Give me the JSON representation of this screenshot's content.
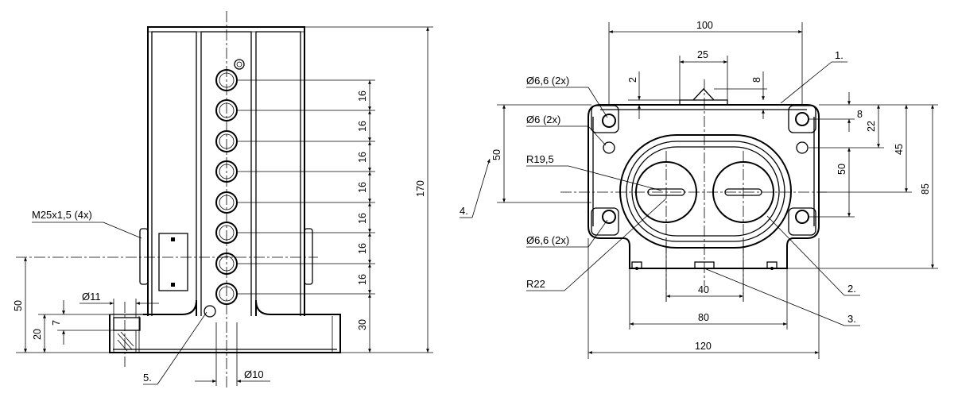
{
  "left_view": {
    "dims_16": [
      "16",
      "16",
      "16",
      "16",
      "16",
      "16",
      "16"
    ],
    "dim_30": "30",
    "dim_170": "170",
    "dim_50": "50",
    "dim_20": "20",
    "dim_7": "7",
    "dia_11": "Ø11",
    "dia_10": "Ø10",
    "thread_label": "M25x1,5 (4x)",
    "callout_5": "5."
  },
  "right_view": {
    "dim_100": "100",
    "dim_25": "25",
    "dim_2": "2",
    "dim_8_top": "8",
    "dim_8_right": "8",
    "dim_22": "22",
    "dim_45": "45",
    "dim_50_right": "50",
    "dim_85": "85",
    "dim_50_left": "50",
    "dim_40": "40",
    "dim_80": "80",
    "dim_120": "120",
    "dia_66_top": "Ø6,6 (2x)",
    "dia_6": "Ø6 (2x)",
    "r195": "R19,5",
    "dia_66_bottom": "Ø6,6 (2x)",
    "r22": "R22",
    "callout_1": "1.",
    "callout_2": "2.",
    "callout_3": "3.",
    "callout_4": "4."
  }
}
